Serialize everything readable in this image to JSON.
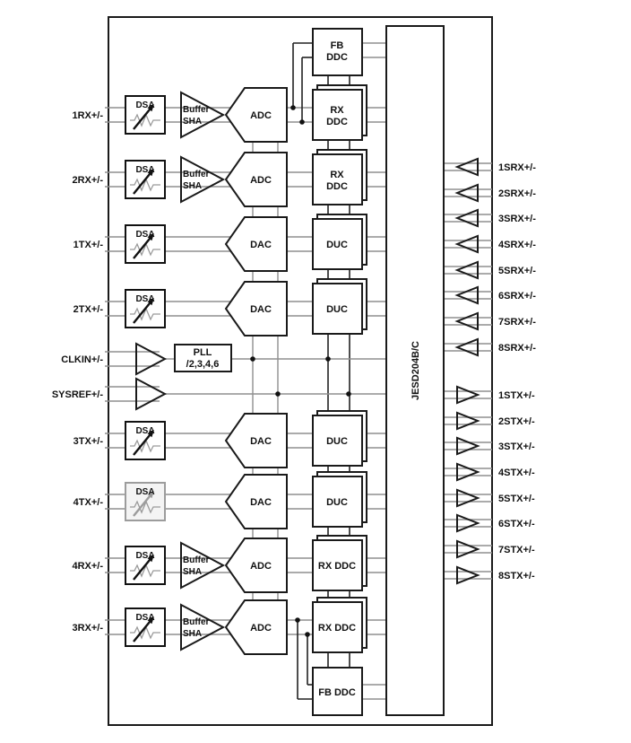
{
  "ports": {
    "left": [
      "1RX+/-",
      "2RX+/-",
      "1TX+/-",
      "2TX+/-",
      "CLKIN+/-",
      "SYSREF+/-",
      "3TX+/-",
      "4TX+/-",
      "4RX+/-",
      "3RX+/-"
    ],
    "serdes_rx": [
      "1SRX+/-",
      "2SRX+/-",
      "3SRX+/-",
      "4SRX+/-",
      "5SRX+/-",
      "6SRX+/-",
      "7SRX+/-",
      "8SRX+/-"
    ],
    "serdes_tx": [
      "1STX+/-",
      "2STX+/-",
      "3STX+/-",
      "4STX+/-",
      "5STX+/-",
      "6STX+/-",
      "7STX+/-",
      "8STX+/-"
    ]
  },
  "blocks": {
    "dsa": "DSA",
    "buffer_line1": "Buffer",
    "buffer_line2": "SHA",
    "adc": "ADC",
    "dac": "DAC",
    "pll_line1": "PLL",
    "pll_line2": "/2,3,4,6",
    "jesd": "JESD204B/C",
    "fb_ddc_line1": "FB",
    "fb_ddc_line2": "DDC",
    "rx_ddc_line1": "RX",
    "rx_ddc_line2": "DDC",
    "duc": "DUC",
    "rx_ddc_single": "RX DDC",
    "fb_ddc_single": "FB DDC"
  },
  "colors": {
    "block_stroke": "#1a1a1a",
    "wire_gray": "#8f8f8f",
    "disabled_gray": "#9c9c9c",
    "background": "#ffffff"
  }
}
